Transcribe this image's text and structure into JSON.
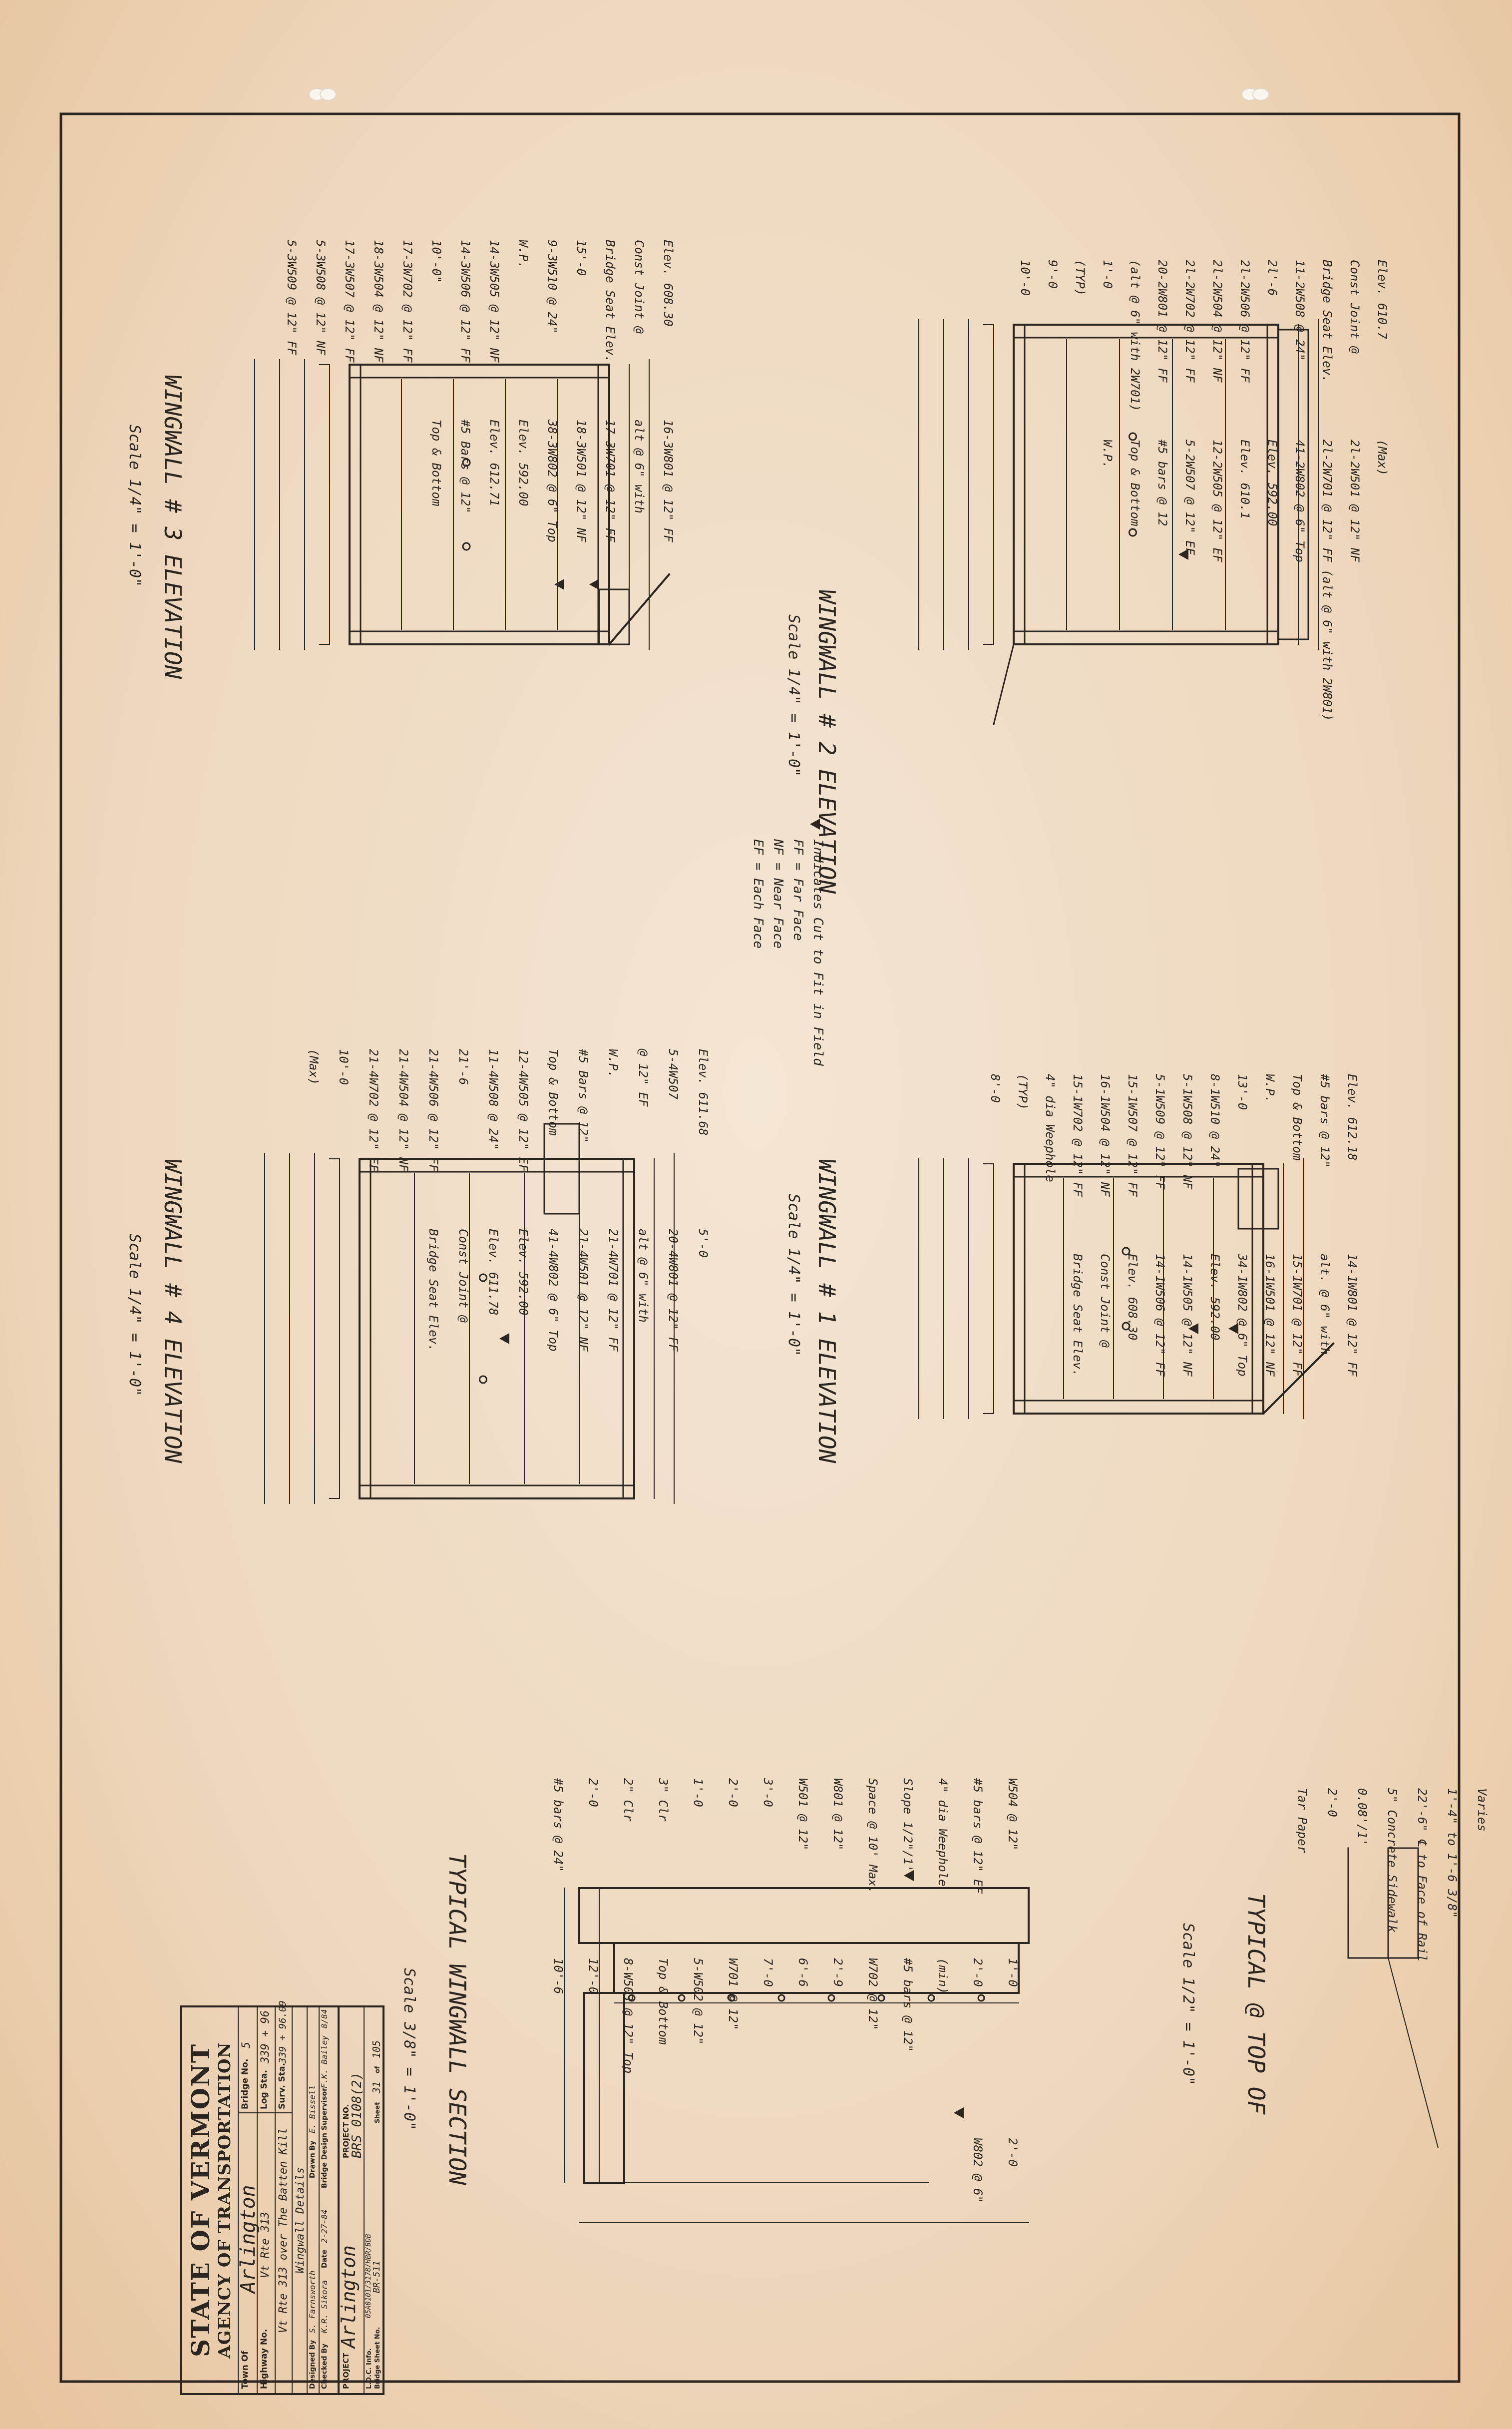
{
  "sheet": {
    "paper_color": "#f1e2cf",
    "ink_color": "#2b2622"
  },
  "views": {
    "wingwall_2": {
      "title": "WINGWALL # 2 ELEVATION",
      "scale": "Scale 1/4\" = 1'-0\"",
      "callouts": [
        "Elev. 610.7",
        "Const Joint @",
        "Bridge Seat Elev.",
        "11-2W508 @ 24\"",
        "2l'-6",
        "2l-2W506 @ 12\" FF",
        "2l-2W504 @ 12\" NF",
        "2l-2W702 @ 12\" FF",
        "20-2W801 @ 12\" FF",
        "(alt @ 6\" with 2W701)",
        "1'-0",
        "(TYP)",
        "9'-0",
        "10'-0",
        "(Max)",
        "2l-2W501 @ 12\" NF",
        "2l-2W701 @ 12\" FF (alt @ 6\" with 2W801)",
        "41-2W802 @ 6\" Top",
        "Elev. 592.00",
        "Elev. 610.1",
        "12-2W505 @ 12\" EF",
        "5-2W507 @ 12\" EF",
        "#5 bars @ 12",
        "Top & Bottom",
        "W.P."
      ]
    },
    "wingwall_3": {
      "title": "WINGWALL # 3 ELEVATION",
      "scale": "Scale 1/4\" = 1'-0\"",
      "callouts": [
        "Elev. 608.30",
        "Const Joint @",
        "Bridge Seat Elev.",
        "15'-0",
        "9-3W510 @ 24\"",
        "W.P.",
        "14-3W505 @ 12\" NF",
        "14-3W506 @ 12\" FF",
        "10'-0\"",
        "17-3W702 @ 12\" FF",
        "18-3W504 @ 12\" NF",
        "17-3W507 @ 12\" FF",
        "5-3W508 @ 12\" NF",
        "5-3W509 @ 12\" FF",
        "16-3W801 @ 12\" FF",
        "alt @ 6\" with",
        "17-3W701 @ 12\" FF",
        "18-3W501 @ 12\" NF",
        "38-3W802 @ 6\" Top",
        "Elev. 592.00",
        "Elev. 612.71",
        "#5 Bars @ 12\"",
        "Top & Bottom"
      ]
    },
    "legend": {
      "lines": [
        "Indicates Cut to Fit in Field",
        "FF = Far Face",
        "NF = Near Face",
        "EF = Each Face"
      ]
    },
    "wingwall_1": {
      "title": "WINGWALL # 1 ELEVATION",
      "scale": "Scale 1/4\" = 1'-0\"",
      "callouts": [
        "Elev. 612.18",
        "#5 bars @ 12\"",
        "Top & Bottom",
        "W.P.",
        "13'-0",
        "8-1W510 @ 24\"",
        "5-1W508 @ 12\" NF",
        "5-1W509 @ 12\" FF",
        "15-1W507 @ 12\" FF",
        "16-1W504 @ 12\" NF",
        "15-1W702 @ 12\" FF",
        "4\" dia Weephole",
        "(TYP)",
        "8'-0",
        "14-1W801 @ 12\" FF",
        "alt. @ 6\" with",
        "15-1W701 @ 12\" FF",
        "16-1W501 @ 12\" NF",
        "34-1W802 @ 6\" Top",
        "Elev. 592.00",
        "14-1W505 @ 12\" NF",
        "14-1W506 @ 12\" FF",
        "Elev. 608.30",
        "Const Joint @",
        "Bridge Seat Elev."
      ]
    },
    "wingwall_4": {
      "title": "WINGWALL # 4 ELEVATION",
      "scale": "Scale 1/4\" = 1'-0\"",
      "callouts": [
        "Elev. 611.68",
        "5-4W507",
        "@ 12\" EF",
        "W.P.",
        "#5 Bars @ 12\"",
        "Top & Bottom",
        "12-4W505 @ 12\" EF",
        "11-4W508 @ 24\"",
        "21'-6",
        "21-4W506 @ 12\" FF",
        "21-4W504 @ 12\" NF",
        "21-4W702 @ 12\" FF",
        "10'-0",
        "(Max)",
        "5'-0",
        "20-4W801 @ 12\" FF",
        "alt @ 6\" with",
        "21-4W701 @ 12\" FF",
        "21-4W501 @ 12\" NF",
        "41-4W802 @ 6\" Top",
        "Elev. 592.00",
        "Elev. 611.78",
        "Const Joint @",
        "Bridge Seat Elev."
      ]
    },
    "typical_top": {
      "title": "TYPICAL @ TOP OF",
      "title2": "WINGWALLS # 2 & 4",
      "scale": "Scale 1/2\" = 1'-0\"",
      "callouts": [
        "Varies",
        "1'-4\" to 1'-6 3/8\"",
        "22'-6\" ℄ to Face of Rail",
        "5\" Concrete Sidewalk",
        "0.08'/1'",
        "2'-0",
        "Tar Paper"
      ]
    },
    "typical_section": {
      "title": "TYPICAL WINGWALL SECTION",
      "scale": "Scale 3/8\" = 1'-0\"",
      "callouts": [
        "W504 @ 12\"",
        "#5 bars @ 12\" EF",
        "4\" dia Weephole",
        "Slope 1/2\"/1'",
        "Space @ 10' Max.",
        "W801 @ 12\"",
        "W501 @ 12\"",
        "3'-0",
        "2'-0",
        "1'-0",
        "3\" Clr",
        "2\" Clr",
        "2'-0",
        "#5 bars @ 24\"",
        "1'-0",
        "2'-0",
        "(min)",
        "#5 bars @ 12\"",
        "W702 @ 12\"",
        "2'-9",
        "6'-6",
        "7'-0",
        "W701 @ 12\"",
        "5-W502 @ 12\"",
        "Top & Bottom",
        "8-W503 @ 12\" Top",
        "12'-0",
        "10'-6",
        "2'-0",
        "W802 @ 6\""
      ]
    }
  },
  "title_block": {
    "state": "STATE OF VERMONT",
    "agency": "AGENCY OF TRANSPORTATION",
    "town_label": "Town Of",
    "town_value": "Arlington",
    "bridge_no_label": "Bridge No.",
    "bridge_no_value": "5",
    "highway_label": "Highway No.",
    "highway_value": "Vt Rte 313",
    "log_sta_label": "Log Sta.",
    "log_sta_value": "339 + 96",
    "surv_sta_label": "Surv. Sta.",
    "surv_sta_value": "339 + 96.09",
    "over_label": "Vt Rte 313 over The Batten Kill",
    "sheet_desc": "Wingwall Details",
    "designed_label": "Designed By",
    "designed_value": "S. Farnsworth",
    "drawn_label": "Drawn By",
    "drawn_value": "E. Bissell",
    "checked_label": "Checked By",
    "checked_value": "K.R. Sikora",
    "date_label": "Date",
    "date_value": "2-27-84",
    "supervisor_label": "Bridge Design Supervisor",
    "supervisor_value": "F.K. Bailey",
    "supervisor_date": "8/84",
    "project_label": "PROJECT",
    "project_value": "Arlington",
    "project_no_label": "PROJECT NO.",
    "project_no_value": "BRS 0108(2)",
    "ldc_label": "L.D.C. Info.",
    "ldc_value": "05A0101/3178/HBR/BDB",
    "bridge_sheet_label": "Bridge Sheet No.",
    "bridge_sheet_value": "BR-511",
    "sheet_label": "Sheet",
    "sheet_value": "31",
    "sheet_of_label": "of",
    "sheet_total": "105"
  }
}
